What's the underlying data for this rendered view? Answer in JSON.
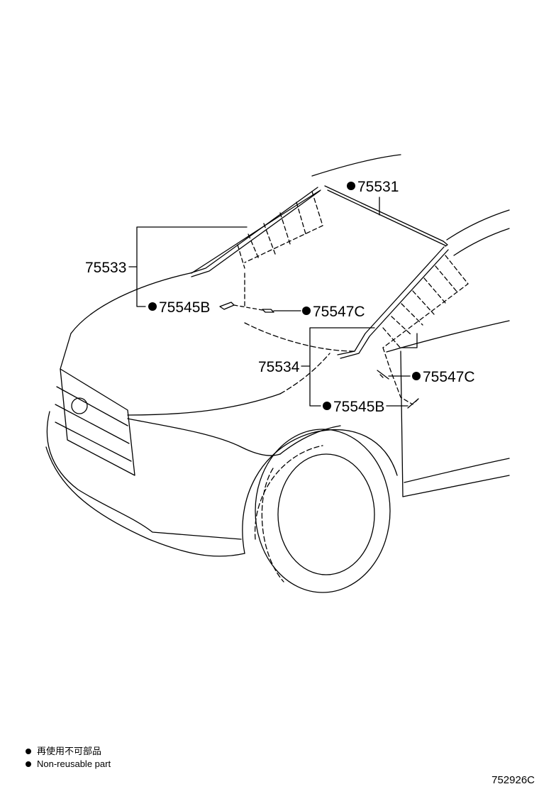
{
  "parts": {
    "p75531": "75531",
    "p75533": "75533",
    "p75545b_upper": "75545B",
    "p75547c_upper": "75547C",
    "p75534": "75534",
    "p75547c_lower": "75547C",
    "p75545b_lower": "75545B"
  },
  "legend": {
    "jp_text": "再使用不可部品",
    "en_text": "Non-reusable part"
  },
  "diagram_id": "752926C",
  "colors": {
    "line": "#000000",
    "background": "#ffffff"
  }
}
